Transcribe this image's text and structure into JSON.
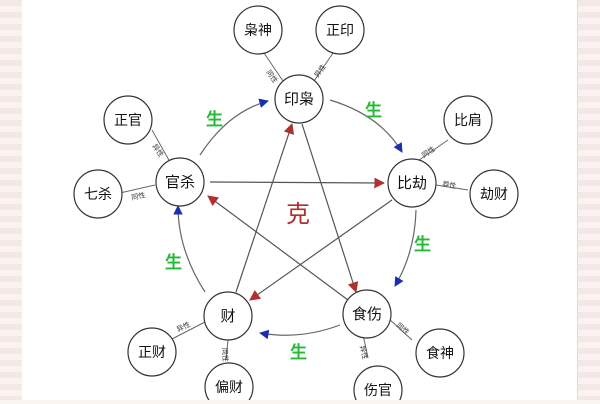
{
  "diagram": {
    "center_label": "克",
    "sheng_label": "生",
    "sheng_color": "#22bb33",
    "ke_color": "#b03030",
    "sheng_arrow_color": "#1a2fb0",
    "main_nodes": {
      "yinxiao": "印枭",
      "bijie": "比劫",
      "shishang": "食伤",
      "cai": "财",
      "guansha": "官杀"
    },
    "satellites": {
      "xiaoshen": "枭神",
      "zhengyin": "正印",
      "bijian": "比肩",
      "jiecai": "劫财",
      "shishen": "食神",
      "shangguan": "伤官",
      "zhengcai": "正财",
      "piancai": "偏财",
      "zhengguan": "正官",
      "qisha": "七杀"
    },
    "small_labels": {
      "xiaoshen": "同性",
      "zhengyin": "异性",
      "bijian": "同性",
      "jiecai": "异性",
      "shishen": "同性",
      "shangguan": "异性",
      "zhengcai": "异性",
      "piancai": "同性",
      "zhengguan": "异性",
      "qisha": "同性"
    }
  }
}
